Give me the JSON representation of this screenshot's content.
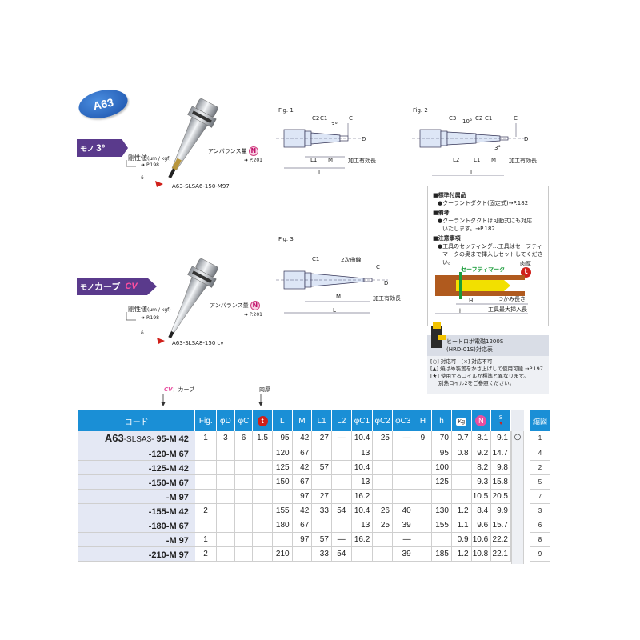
{
  "badge": "A63",
  "series1": {
    "prefix": "モノ",
    "angle": "3°"
  },
  "series2": {
    "prefix": "モノ",
    "name": "カーブ",
    "cv": "CV"
  },
  "rigidity_label": "剛性値",
  "rigidity_unit": "(μm / kgf)",
  "rigidity_ref": "P.198",
  "unbalance_label": "アンバランス量",
  "unbalance_ref": "P.201",
  "model1": "A63-SLSA6-150-M97",
  "model2": "A63-SLSA8-150 cv",
  "fig1": {
    "label": "Fig. 1",
    "c2": "C2",
    "c1": "C1",
    "angle": "3°",
    "c": "C",
    "d": "D",
    "l1": "L1",
    "m": "M",
    "l": "L",
    "effective": "加工有効長"
  },
  "fig2": {
    "label": "Fig. 2",
    "c3": "C3",
    "angle10": "10°",
    "c2": "C2",
    "c1": "C1",
    "c": "C",
    "d": "D",
    "angle3": "3°",
    "l2": "L2",
    "l1": "L1",
    "m": "M",
    "l": "L",
    "effective": "加工有効長"
  },
  "fig3": {
    "label": "Fig. 3",
    "c1": "C1",
    "curve": "2次曲線",
    "c": "C",
    "d": "D",
    "m": "M",
    "l": "L",
    "effective": "加工有効長"
  },
  "notes": {
    "std_title": "■標準付属品",
    "std_line": "●クーラントダクト(固定式)→P.182",
    "remarks_title": "■備考",
    "remarks_line1": "●クーラントダクトは可動式にも対応",
    "remarks_line2": "いたします。→P.182",
    "caution_title": "■注意事項",
    "caution_line1": "●工具のセッティング…工具はセーフティ",
    "caution_line2": "マークの奥まで挿入しセットしてください。",
    "safety_mark": "セーフティマーク",
    "thickness": "肉厚",
    "t": "t",
    "grip_length": "つかみ長さ",
    "max_insert": "工具最大挿入長",
    "h": "H",
    "h_small": "h"
  },
  "info": {
    "title1": "ヒートロボ電磁1200S",
    "title2": "(HRD-01S)対応表",
    "line1": "[○] 対応可　[×] 対応不可",
    "line2": "[▲] 焼ばめ装置をかさ上げして使用可能 →P.197",
    "line3": "[★] 使用するコイルが標準と異なります。",
    "line4": "別熱コイル2をご参照ください。"
  },
  "legend": {
    "cv": "CV",
    "cv_text": "：カーブ",
    "thick": "肉厚"
  },
  "table": {
    "headers": [
      "コード",
      "Fig.",
      "φD",
      "φC",
      "t",
      "L",
      "M",
      "L1",
      "L2",
      "φC1",
      "φC2",
      "φC3",
      "H",
      "h",
      "Kg",
      "N",
      "S"
    ],
    "rows": [
      {
        "pre": "A63",
        "mid": "-SLSA3-",
        "code": " 95-M 42",
        "fig": "1",
        "d": "3",
        "c": "6",
        "t": "1.5",
        "L": "95",
        "M": "42",
        "L1": "27",
        "L2": "—",
        "C1": "10.4",
        "C2": "25",
        "C3": "—",
        "H": "9",
        "h": "70",
        "kg": "0.7",
        "n": "8.1",
        "s": "9.1",
        "heat": "○"
      },
      {
        "pre": "",
        "mid": "",
        "code": "-120-M 67",
        "fig": "",
        "d": "",
        "c": "",
        "t": "",
        "L": "120",
        "M": "67",
        "L1": "",
        "L2": "",
        "C1": "13",
        "C2": "",
        "C3": "",
        "H": "",
        "h": "95",
        "kg": "0.8",
        "n": "9.2",
        "s": "14.7",
        "heat": ""
      },
      {
        "pre": "",
        "mid": "",
        "code": "-125-M 42",
        "fig": "",
        "d": "",
        "c": "",
        "t": "",
        "L": "125",
        "M": "42",
        "L1": "57",
        "L2": "",
        "C1": "10.4",
        "C2": "",
        "C3": "",
        "H": "",
        "h": "100",
        "kg": "",
        "n": "8.2",
        "s": "9.8",
        "heat": ""
      },
      {
        "pre": "",
        "mid": "",
        "code": "-150-M 67",
        "fig": "",
        "d": "",
        "c": "",
        "t": "",
        "L": "150",
        "M": "67",
        "L1": "",
        "L2": "",
        "C1": "13",
        "C2": "",
        "C3": "",
        "H": "",
        "h": "125",
        "kg": "",
        "n": "9.3",
        "s": "15.8",
        "heat": ""
      },
      {
        "pre": "",
        "mid": "",
        "code": "-M 97",
        "fig": "",
        "d": "",
        "c": "",
        "t": "",
        "L": "",
        "M": "97",
        "L1": "27",
        "L2": "",
        "C1": "16.2",
        "C2": "",
        "C3": "",
        "H": "",
        "h": "",
        "kg": "",
        "n": "10.5",
        "s": "20.5",
        "heat": ""
      },
      {
        "pre": "",
        "mid": "",
        "code": "-155-M 42",
        "fig": "2",
        "d": "",
        "c": "",
        "t": "",
        "L": "155",
        "M": "42",
        "L1": "33",
        "L2": "54",
        "C1": "10.4",
        "C2": "26",
        "C3": "40",
        "H": "",
        "h": "130",
        "kg": "1.2",
        "n": "8.4",
        "s": "9.9",
        "heat": ""
      },
      {
        "pre": "",
        "mid": "",
        "code": "-180-M 67",
        "fig": "",
        "d": "",
        "c": "",
        "t": "",
        "L": "180",
        "M": "67",
        "L1": "",
        "L2": "",
        "C1": "13",
        "C2": "25",
        "C3": "39",
        "H": "",
        "h": "155",
        "kg": "1.1",
        "n": "9.6",
        "s": "15.7",
        "heat": ""
      },
      {
        "pre": "",
        "mid": "",
        "code": "-M 97",
        "fig": "1",
        "d": "",
        "c": "",
        "t": "",
        "L": "",
        "M": "97",
        "L1": "57",
        "L2": "—",
        "C1": "16.2",
        "C2": "",
        "C3": "—",
        "H": "",
        "h": "",
        "kg": "0.9",
        "n": "10.6",
        "s": "22.2",
        "heat": ""
      },
      {
        "pre": "",
        "mid": "",
        "code": "-210-M 97",
        "fig": "2",
        "d": "",
        "c": "",
        "t": "",
        "L": "210",
        "M": "",
        "L1": "33",
        "L2": "54",
        "C1": "",
        "C2": "",
        "C3": "39",
        "H": "",
        "h": "185",
        "kg": "1.2",
        "n": "10.8",
        "s": "22.1",
        "heat": ""
      }
    ]
  },
  "figcol": {
    "header": "縮図",
    "values": [
      "1",
      "4",
      "2",
      "5",
      "7",
      "3",
      "6",
      "8",
      "9"
    ]
  },
  "colors": {
    "header_blue": "#1a8fd6",
    "purple": "#5a3a8c",
    "red": "#d0201a",
    "pink": "#e84fa0",
    "code_bg": "#e4e8f4"
  }
}
